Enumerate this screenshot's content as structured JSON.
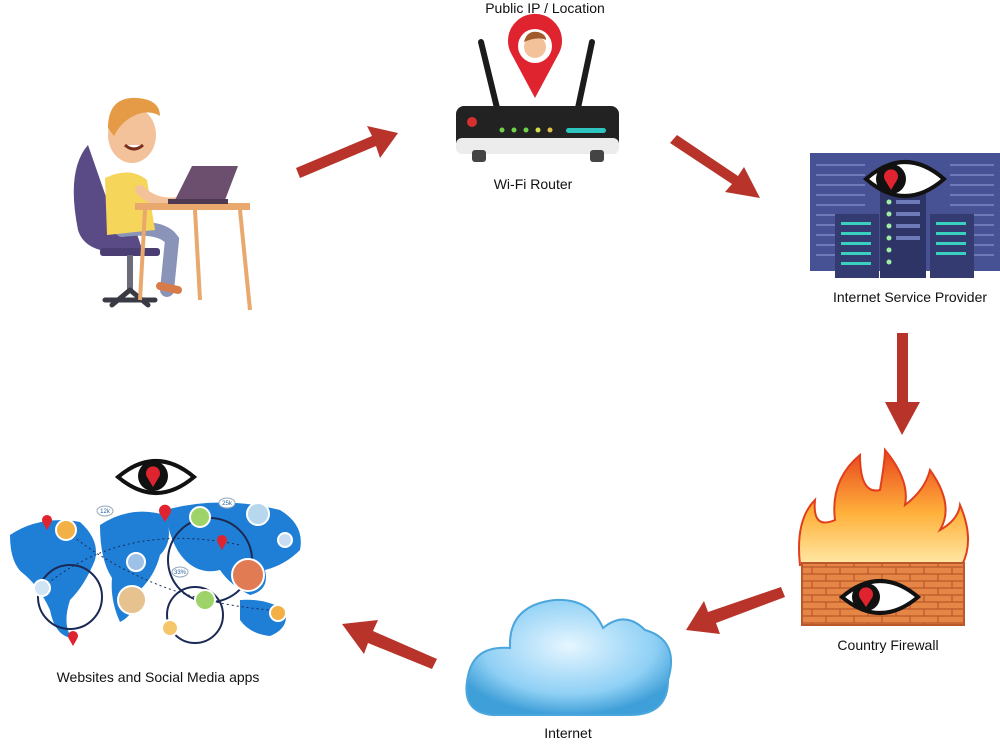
{
  "labels": {
    "public_ip": "Public IP / Location",
    "router": "Wi-Fi Router",
    "isp": "Internet Service Provider",
    "firewall": "Country Firewall",
    "internet": "Internet",
    "websites": "Websites and Social Media apps"
  },
  "map_badges": {
    "badge1": "12k",
    "badge2": "25k",
    "badge3": "33%"
  },
  "colors": {
    "arrow": "#b8342a",
    "pin": "#e0242f",
    "eye_outline": "#1a1a1a",
    "map_blue": "#1f7fd6",
    "cloud": "#8fcdf2",
    "brick": "#e07a3a",
    "server": "#3e4a86"
  }
}
